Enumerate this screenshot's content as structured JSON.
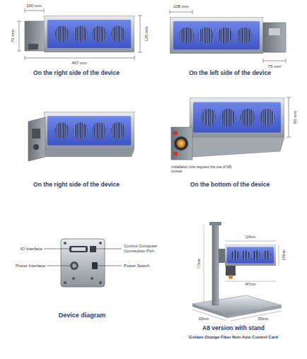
{
  "diagram": {
    "labels": [
      "100 mm",
      "76 mm",
      "125 mm",
      "467 mm",
      "On the right side of the device",
      "108 mm",
      "75 mm",
      "On the left side of the device",
      "On the right side of the device",
      "50 mm",
      "Installation size requires the use of M5 screws",
      "On the bottom of the device",
      "IO Interface",
      "Control Computer Connection Port",
      "Power Interface",
      "Power Switch",
      "Device diagram",
      "116mm",
      "125mm",
      "770mm",
      "467mm",
      "300mm",
      "350mm",
      "A8 version with stand",
      "Golden Orange Fiber Non-Axis Control Card"
    ]
  }
}
